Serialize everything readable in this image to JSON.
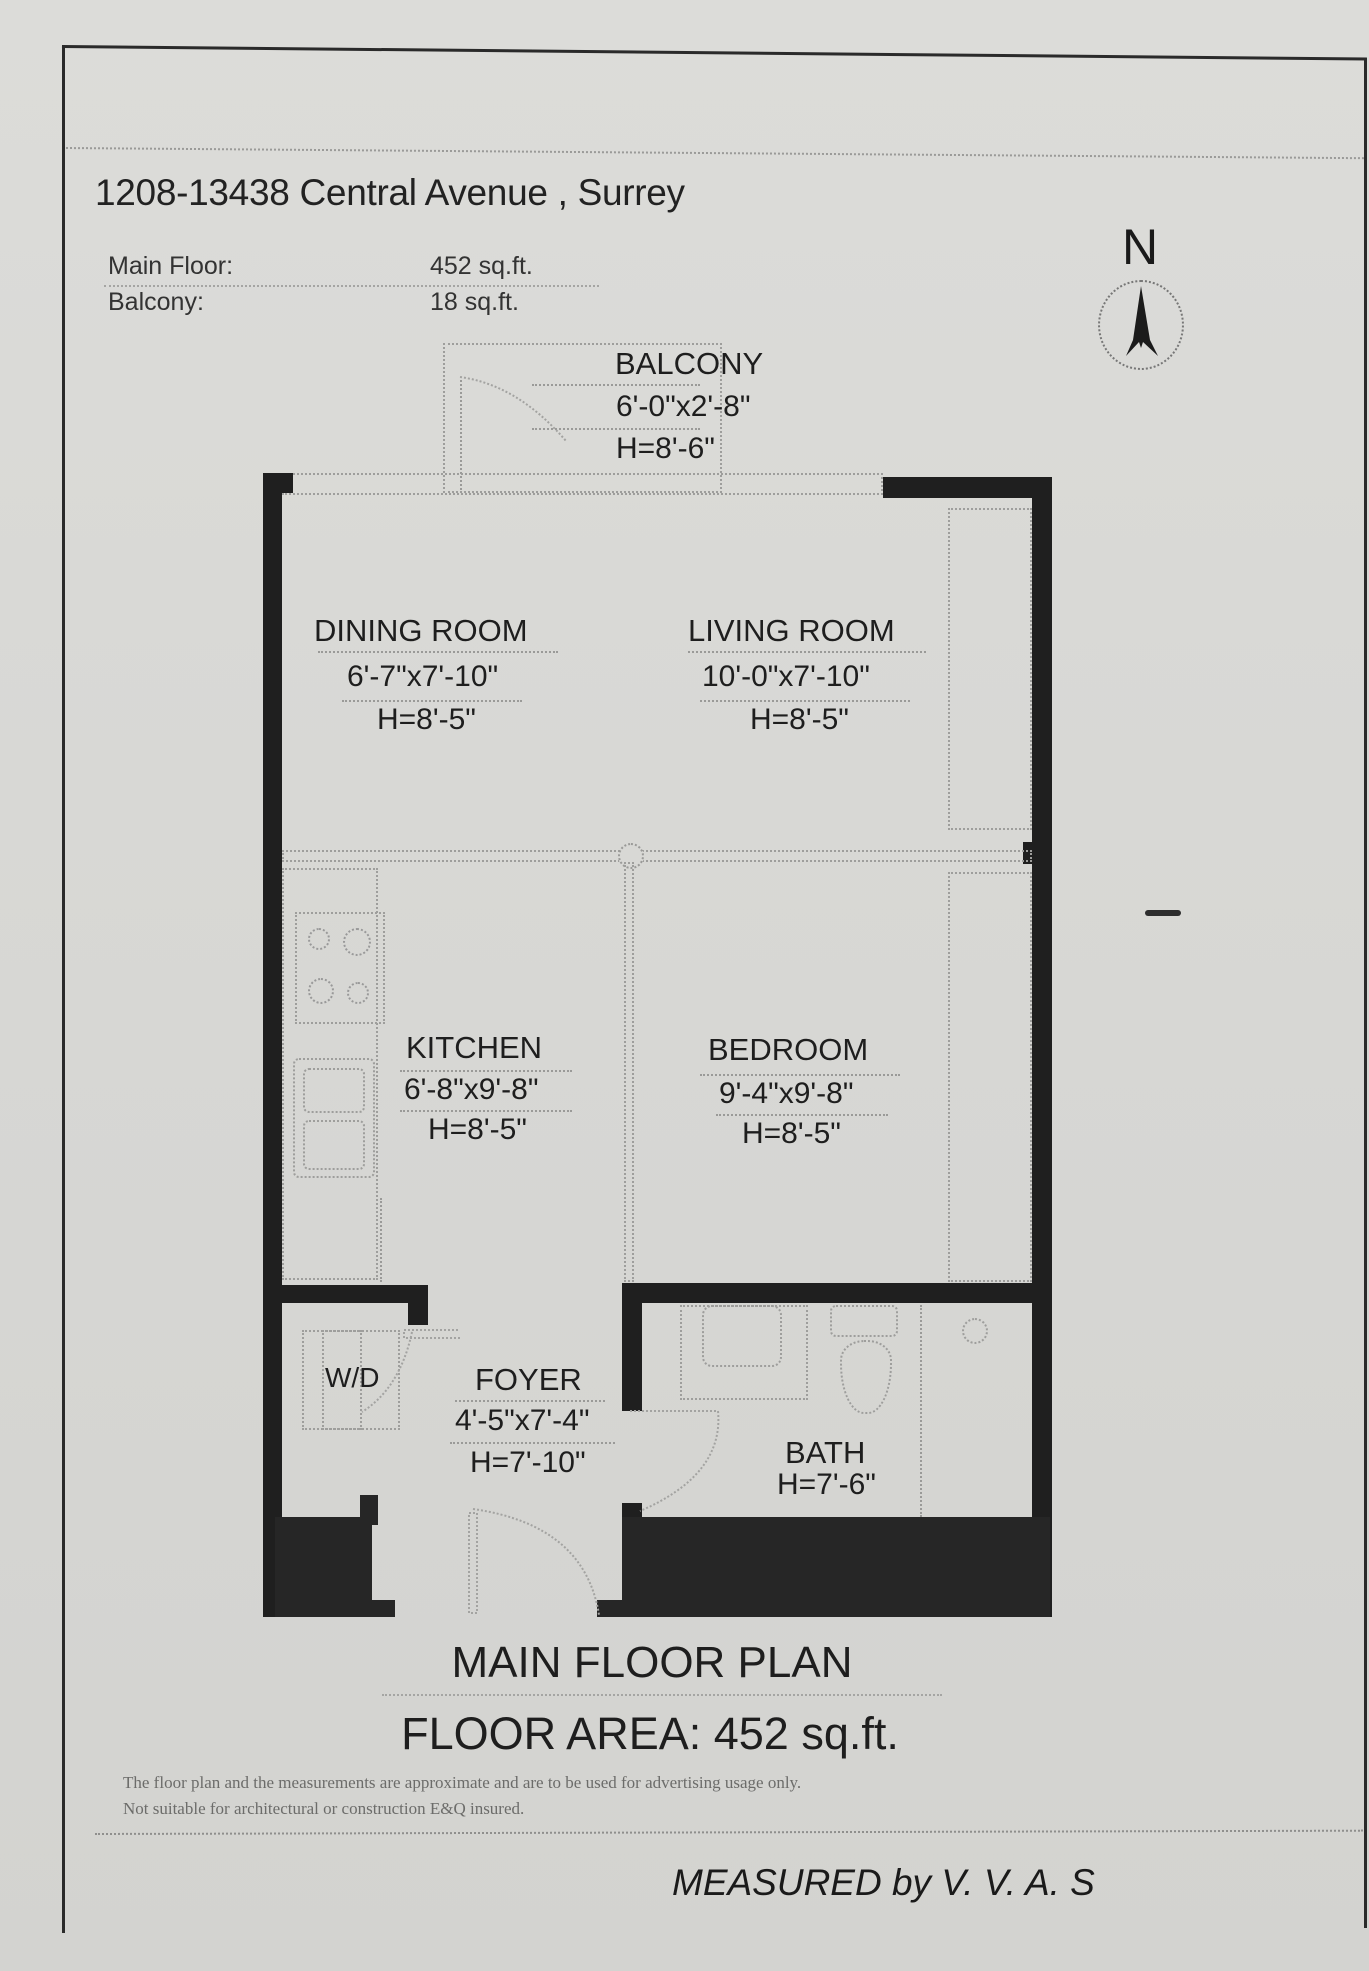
{
  "document": {
    "address": "1208-13438 Central Avenue , Surrey",
    "areas": [
      {
        "label": "Main Floor:",
        "value": "452 sq.ft."
      },
      {
        "label": "Balcony:",
        "value": "18 sq.ft."
      }
    ],
    "compass": {
      "label": "N"
    },
    "rooms": {
      "balcony": {
        "name": "BALCONY",
        "dims": "6'-0\"x2'-8\"",
        "height": "H=8'-6\""
      },
      "dining": {
        "name": "DINING ROOM",
        "dims": "6'-7\"x7'-10\"",
        "height": "H=8'-5\""
      },
      "living": {
        "name": "LIVING ROOM",
        "dims": "10'-0\"x7'-10\"",
        "height": "H=8'-5\""
      },
      "kitchen": {
        "name": "KITCHEN",
        "dims": "6'-8\"x9'-8\"",
        "height": "H=8'-5\""
      },
      "bedroom": {
        "name": "BEDROOM",
        "dims": "9'-4\"x9'-8\"",
        "height": "H=8'-5\""
      },
      "wd": {
        "name": "W/D"
      },
      "foyer": {
        "name": "FOYER",
        "dims": "4'-5\"x7'-4\"",
        "height": "H=7'-10\""
      },
      "bath": {
        "name": "BATH",
        "height": "H=7'-6\""
      }
    },
    "plan_title": "MAIN FLOOR PLAN",
    "floor_area": "FLOOR AREA: 452 sq.ft.",
    "disclaimer": [
      "The floor plan and the measurements are approximate and are to be used for advertising usage only.",
      "Not suitable for architectural or construction E&Q insured."
    ],
    "measured_by": "MEASURED by V. V. A. S"
  }
}
